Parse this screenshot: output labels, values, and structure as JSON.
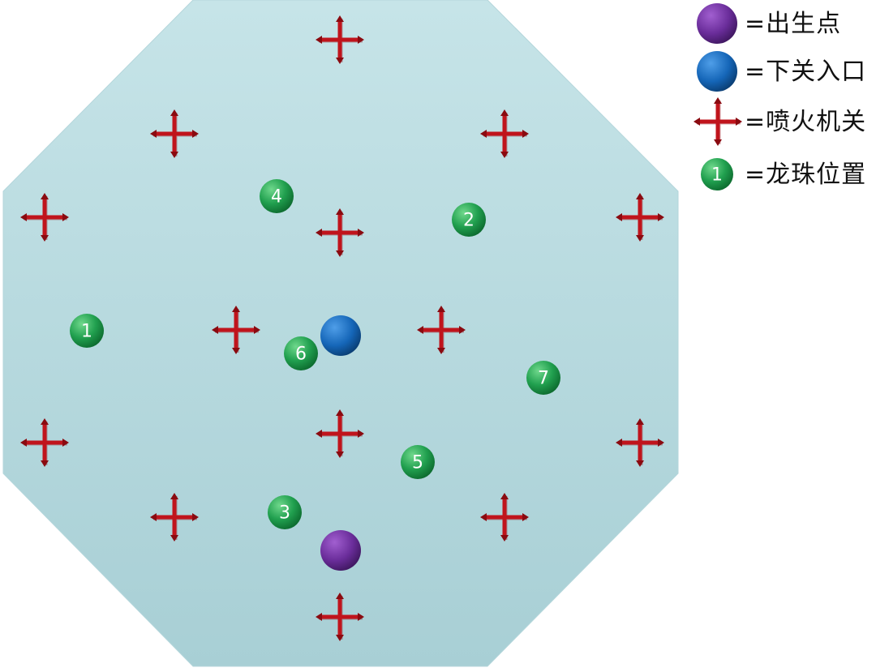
{
  "map": {
    "spawn_point": {
      "legend_label": "=出生点"
    },
    "exit_portal": {
      "legend_label": "=下关入口"
    },
    "fire_trap": {
      "legend_label": "=喷火机关"
    },
    "dragon_ball": {
      "legend_label": "=龙珠位置",
      "legend_number": "1"
    },
    "dragon_balls": [
      {
        "label": "1"
      },
      {
        "label": "2"
      },
      {
        "label": "3"
      },
      {
        "label": "4"
      },
      {
        "label": "5"
      },
      {
        "label": "6"
      },
      {
        "label": "7"
      }
    ],
    "colors": {
      "arena_fill_top": "#c6e4e8",
      "arena_fill_bottom": "#a9d0d6",
      "spawn": "#6a2d9a",
      "portal": "#1566b8",
      "dragon_ball": "#1e9a4a",
      "trap": "#c0141c"
    }
  }
}
